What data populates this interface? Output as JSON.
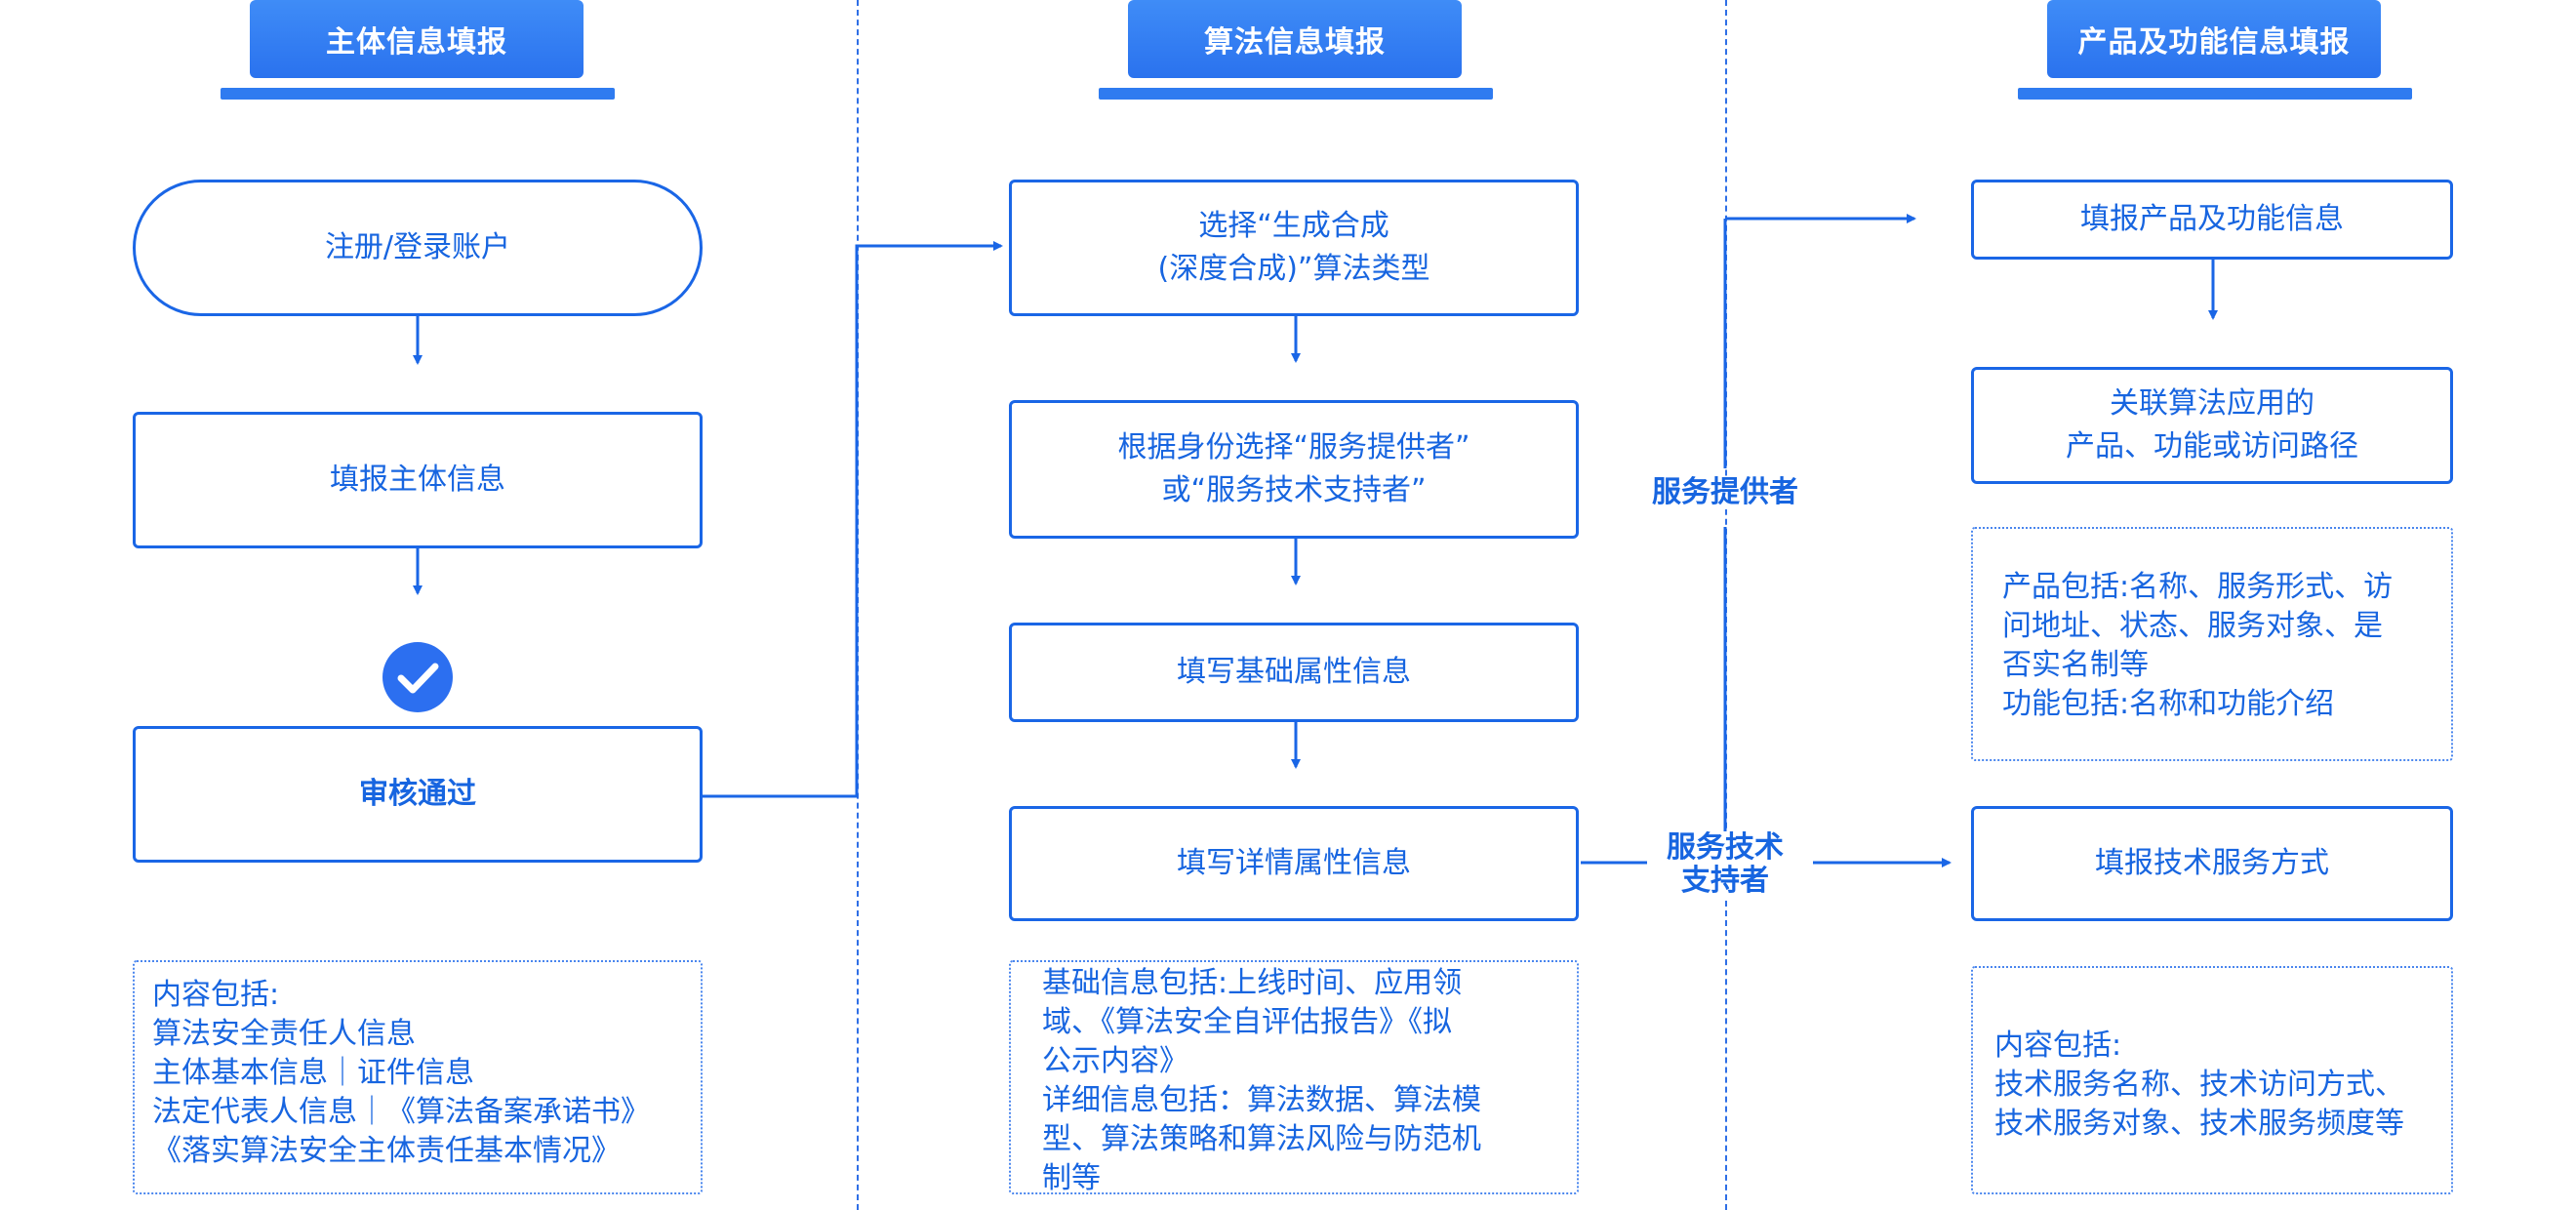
{
  "headers": {
    "col1": "主体信息填报",
    "col2": "算法信息填报",
    "col3": "产品及功能信息填报"
  },
  "col1": {
    "register": "注册/登录账户",
    "fill_subject": "填报主体信息",
    "approved": "审核通过",
    "note": "内容包括:\n算法安全责任人信息\n主体基本信息｜证件信息\n法定代表人信息｜《算法备案承诺书》\n《落实算法安全主体责任基本情况》"
  },
  "col2": {
    "select_type": "选择“生成合成\n(深度合成)”算法类型",
    "select_role": "根据身份选择“服务提供者”\n或“服务技术支持者”",
    "fill_basic": "填写基础属性信息",
    "fill_detail": "填写详情属性信息",
    "note": "基础信息包括:上线时间、应用领\n域、《算法安全自评估报告》《拟\n公示内容》\n详细信息包括：算法数据、算法模\n型、算法策略和算法风险与防范机\n制等"
  },
  "branch_labels": {
    "provider": "服务提供者",
    "tech_supporter": "服务技术\n支持者"
  },
  "col3": {
    "fill_product": "填报产品及功能信息",
    "link_paths": "关联算法应用的\n产品、功能或访问路径",
    "product_note": "产品包括:名称、服务形式、访\n问地址、状态、服务对象、是\n否实名制等\n功能包括:名称和功能介绍",
    "fill_tech": "填报技术服务方式",
    "tech_note": "内容包括:\n技术服务名称、技术访问方式、\n技术服务对象、技术服务频度等"
  },
  "colors": {
    "primary": "#1a66e6",
    "header_fill": "#2a72ee",
    "check_fill": "#2c6ff0"
  },
  "icons": {
    "approved_mark": "check-circle-icon"
  }
}
